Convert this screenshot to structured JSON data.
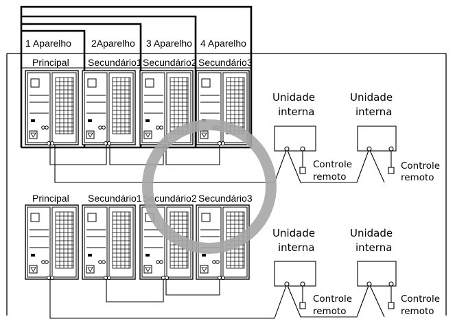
{
  "group_top": {
    "aparelhos": [
      "1 Aparelho",
      "2Aparelho",
      "3 Aparelho",
      "4 Aparelho"
    ],
    "roles": [
      "Principal",
      "Secundário1",
      "Secundário2",
      "Secundário3"
    ],
    "indoor": [
      {
        "line1": "Unidade",
        "line2": "interna"
      },
      {
        "line1": "Unidade",
        "line2": "interna"
      }
    ],
    "remotes": [
      {
        "line1": "Controle",
        "line2": "remoto"
      },
      {
        "line1": "Controle",
        "line2": "remoto"
      }
    ]
  },
  "group_bottom": {
    "roles": [
      "Principal",
      "Secundário1",
      "Secundário2",
      "Secundário3"
    ],
    "indoor": [
      {
        "line1": "Unidade",
        "line2": "interna"
      },
      {
        "line1": "Unidade",
        "line2": "interna"
      }
    ],
    "remotes": [
      {
        "line1": "Controle",
        "line2": "remoto"
      },
      {
        "line1": "Controle",
        "line2": "remoto"
      }
    ]
  },
  "colors": {
    "line": "#000000",
    "watermark": "#a6a6a6"
  },
  "watermark_icon": "circle-ring"
}
